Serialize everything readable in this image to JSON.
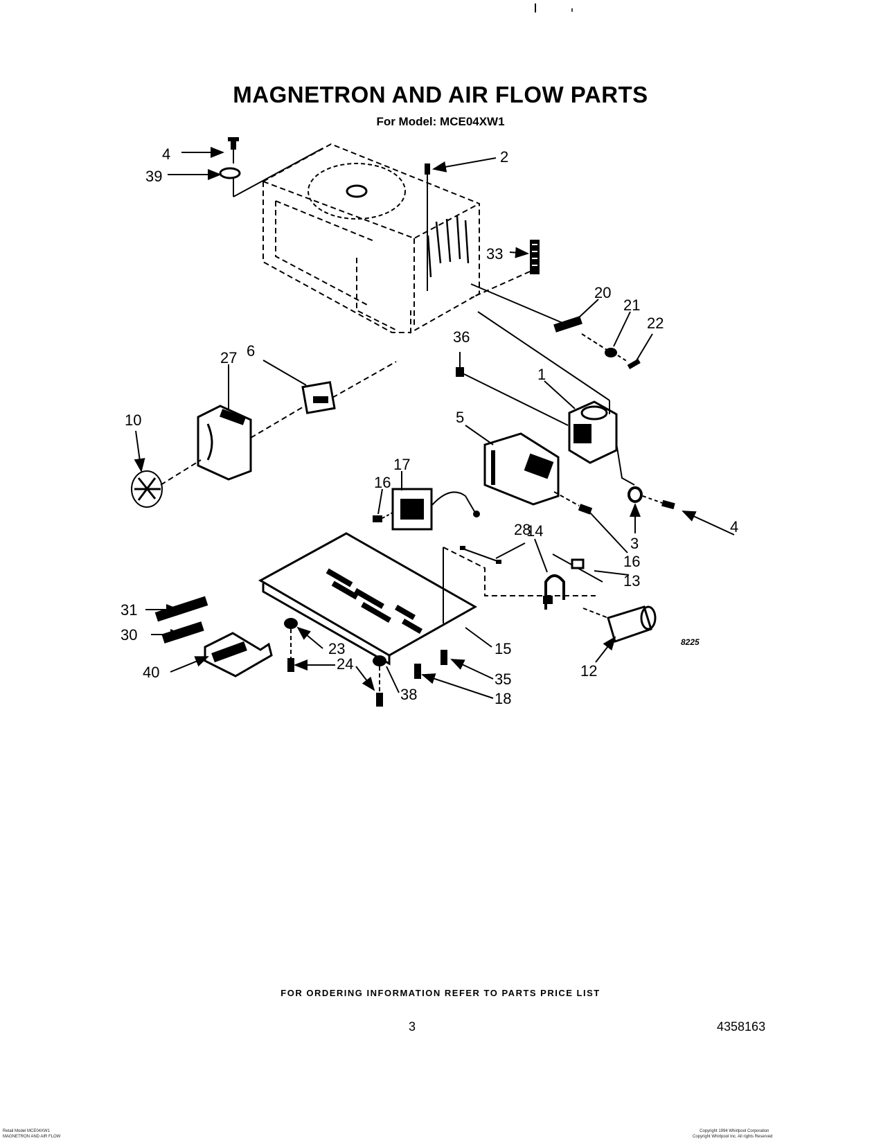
{
  "header": {
    "title": "MAGNETRON AND AIR FLOW PARTS",
    "subtitle": "For Model: MCE04XW1"
  },
  "diagram": {
    "code": "8225",
    "callouts": [
      "4",
      "39",
      "2",
      "33",
      "20",
      "21",
      "22",
      "36",
      "1",
      "27",
      "6",
      "10",
      "5",
      "17",
      "16",
      "28",
      "4",
      "3",
      "14",
      "16",
      "13",
      "31",
      "30",
      "40",
      "23",
      "24",
      "38",
      "15",
      "35",
      "18",
      "12"
    ]
  },
  "footer": {
    "ordering_note": "FOR ORDERING INFORMATION REFER TO PARTS PRICE LIST",
    "page_number": "3",
    "document_number": "4358163",
    "left_small_line1": "Retail Model MCE04XW1",
    "left_small_line2": "MAGNETRON AND AIR FLOW",
    "right_small_line1": "Copyright 1994 Whirlpool Corporation",
    "right_small_line2": "Copyright Whirlpool Inc. All rights Reserved"
  },
  "colors": {
    "ink": "#000000",
    "paper": "#ffffff"
  }
}
